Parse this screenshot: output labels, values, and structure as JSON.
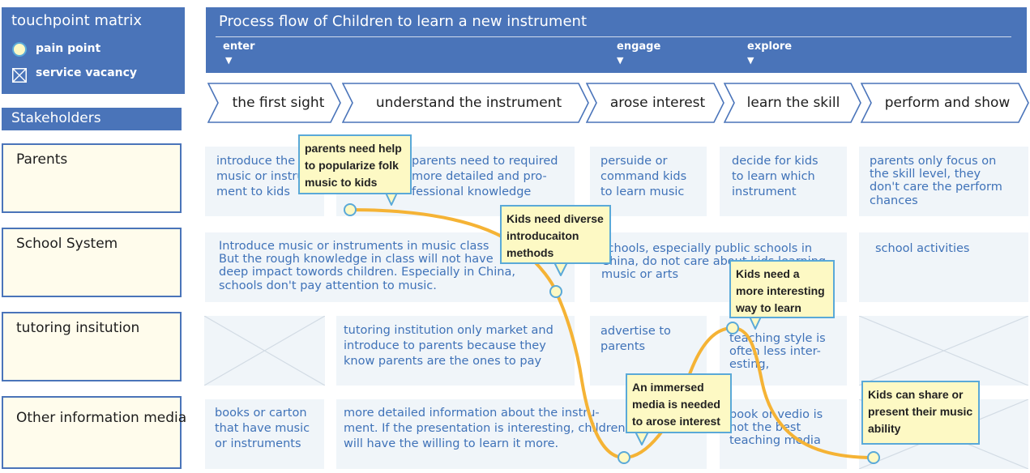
{
  "legend": {
    "title": "touchpoint matrix",
    "pain_point_label": "pain point",
    "service_vacancy_label": "service vacancy"
  },
  "header": {
    "title": "Process flow of Children to learn a new instrument",
    "phases": [
      "enter",
      "engage",
      "explore"
    ],
    "phase_marker": "▼"
  },
  "stages": [
    "the first sight",
    "understand the instrument",
    "arose interest",
    "learn the skill",
    "perform and show"
  ],
  "stakeholders": {
    "title": "Stakeholders",
    "rows": [
      "Parents",
      "School System",
      "tutoring insitution",
      "Other information media"
    ]
  },
  "cells": {
    "parents": {
      "first_sight": "introduce the\nmusic or instru-\nment to kids",
      "understand": "parents need to required\nmore detailed and pro-\nfessional knowledge",
      "arose": "persuide or\ncommand kids\nto learn music",
      "learn": "decide for kids\nto learn which\ninstrument",
      "perform": "parents only focus on\nthe skill level, they\ndon't care the perform\nchances"
    },
    "school": {
      "left": "Introduce music or instruments in music class\nBut the rough knowledge in class will not have\ndeep impact towords children. Especially in China,\nschools don't pay attention to music.",
      "middle": "schools, especially public schools in\nChina, do not care about kids learning\nmusic or arts",
      "perform": "school activities"
    },
    "tutoring": {
      "understand": "tutoring institution only market and\nintroduce to parents because they\nknow parents are the ones to pay",
      "arose": "advertise to\nparents",
      "learn": "teaching style is\noften less inter-\nesting,"
    },
    "media": {
      "first_sight": "books or carton\nthat have music\nor instruments",
      "understand": "more detailed information about the instru-\nment. If the presentation is interesting, children\nwill have the willing to learn it more.",
      "learn": "book or vedio is\nnot the best\nteaching media"
    }
  },
  "pain_points": [
    "parents need help\nto popularize folk\nmusic to kids",
    "Kids need diverse\nintroducaiton\nmethods",
    "An immersed\nmedia is needed\nto arose interest",
    "Kids need a\nmore interesting\nway to learn",
    "Kids can share or\npresent their music\nability"
  ],
  "colors": {
    "header_blue": "#4a74b9",
    "cell_bg": "#f0f5f9",
    "cell_text": "#3f72b8",
    "stakeholder_bg": "#fffcec",
    "note_bg": "#fdf9c4",
    "note_border": "#5aa9d8",
    "journey_line": "#f5b335"
  }
}
